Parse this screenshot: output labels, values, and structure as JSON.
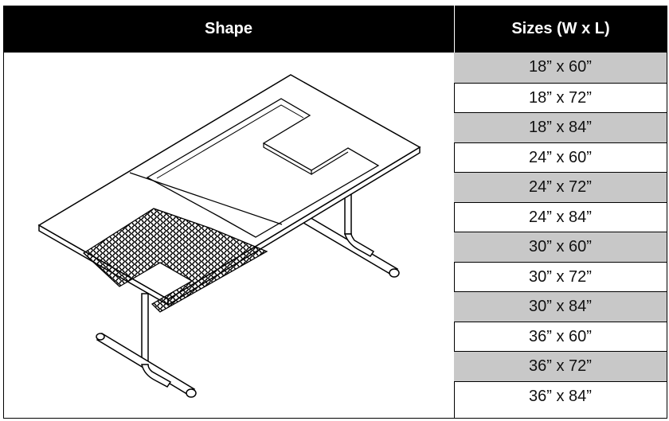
{
  "table": {
    "header": {
      "shape": "Shape",
      "sizes": "Sizes (W x L)"
    },
    "sizes": [
      {
        "label": "18” x 60”",
        "shaded": true
      },
      {
        "label": "18” x 72”",
        "shaded": false
      },
      {
        "label": "18” x 84”",
        "shaded": true
      },
      {
        "label": "24” x 60”",
        "shaded": false
      },
      {
        "label": "24” x 72”",
        "shaded": true
      },
      {
        "label": "24” x 84”",
        "shaded": false
      },
      {
        "label": "30” x 60”",
        "shaded": true
      },
      {
        "label": "30” x 72”",
        "shaded": false
      },
      {
        "label": "30” x 84”",
        "shaded": true
      },
      {
        "label": "36” x 60”",
        "shaded": false
      },
      {
        "label": "36” x 72”",
        "shaded": true
      },
      {
        "label": "36” x 84”",
        "shaded": false
      }
    ]
  },
  "colors": {
    "header_bg": "#000000",
    "header_text": "#ffffff",
    "row_shade": "#c8c8c8"
  }
}
